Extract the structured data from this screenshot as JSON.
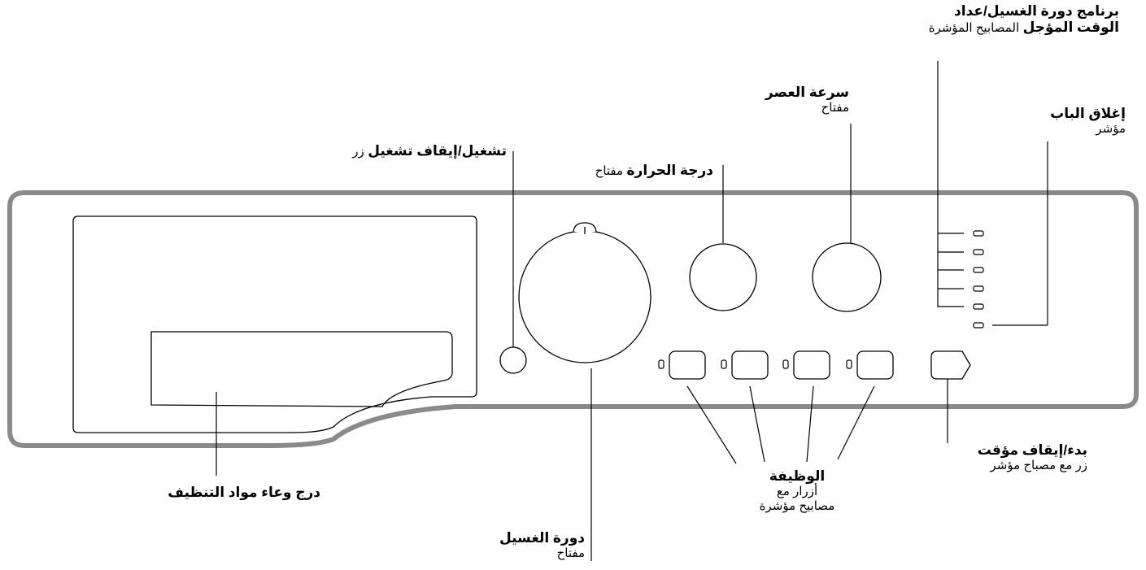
{
  "labels": {
    "program_title_line1": "برنامج دورة الغسيل/عداد",
    "program_title_line2_bold": "الوقت المؤجل",
    "program_title_line2_normal": "المصابيح المؤشرة",
    "door_lock_title": "إغلاق الباب",
    "door_lock_sub": "مؤشر",
    "spin_title": "سرعة العصر",
    "spin_sub": "مفتاح",
    "onoff_title": "تشغيل/إيقاف تشغيل",
    "onoff_sub": "زر",
    "temperature_title": "درجة الحرارة",
    "temperature_sub": "مفتاح",
    "start_pause_title": "بدء/إيقاف مؤقت",
    "start_pause_sub": "زر مع مصباح مؤشر",
    "function_title": "الوظيفة",
    "function_sub_line1": "أزرار مع",
    "function_sub_line2": "مصابيح مؤشرة",
    "drawer_title": "درج وعاء مواد التنظيف",
    "wash_cycle_title": "دورة الغسيل",
    "wash_cycle_sub": "مفتاح"
  },
  "colors": {
    "panel_outline": "#8a8a8a",
    "line": "#000000"
  }
}
